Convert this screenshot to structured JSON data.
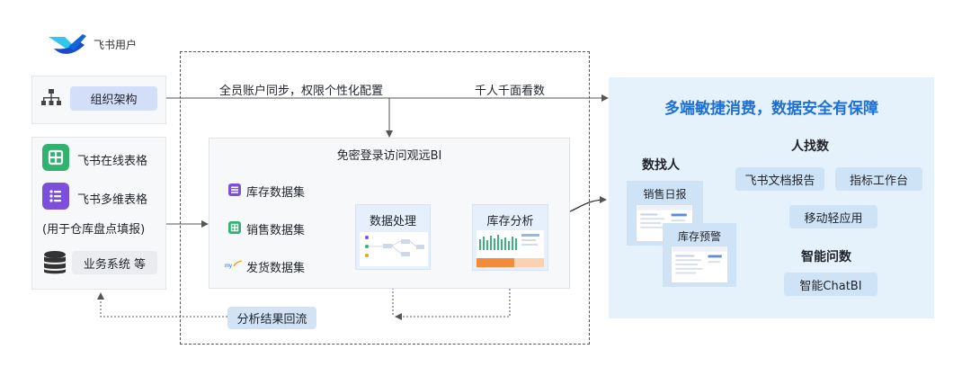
{
  "brand": {
    "name": "飞书用户"
  },
  "left": {
    "org": "组织架构",
    "sources": {
      "online_sheet": "飞书在线表格",
      "multi_sheet": "飞书多维表格",
      "note": "(用于仓库盘点填报)",
      "business": "业务系统 等"
    }
  },
  "flow": {
    "sync_label": "全员账户同步，权限个性化配置",
    "personalized_label": "千人千面看数",
    "bi_title": "免密登录访问观远BI",
    "datasets": [
      "库存数据集",
      "销售数据集",
      "发货数据集"
    ],
    "processing": "数据处理",
    "analysis": "库存分析",
    "feedback": "分析结果回流"
  },
  "right": {
    "title": "多端敏捷消费，数据安全有保障",
    "data_finds_people": {
      "title": "数找人",
      "items": [
        "销售日报",
        "库存预警"
      ]
    },
    "people_find_data": {
      "title": "人找数",
      "items": [
        "飞书文档报告",
        "指标工作台",
        "移动轻应用"
      ]
    },
    "smart_qa": {
      "title": "智能问数",
      "items": [
        "智能ChatBI"
      ]
    }
  },
  "colors": {
    "accent": "#1d6fd6",
    "pill_blue": "#d3dff8",
    "right_panel": "#e5f1fb",
    "sheet_green": "#2fb36f",
    "base_purple": "#7b4fd9",
    "line_dark": "#555555"
  }
}
